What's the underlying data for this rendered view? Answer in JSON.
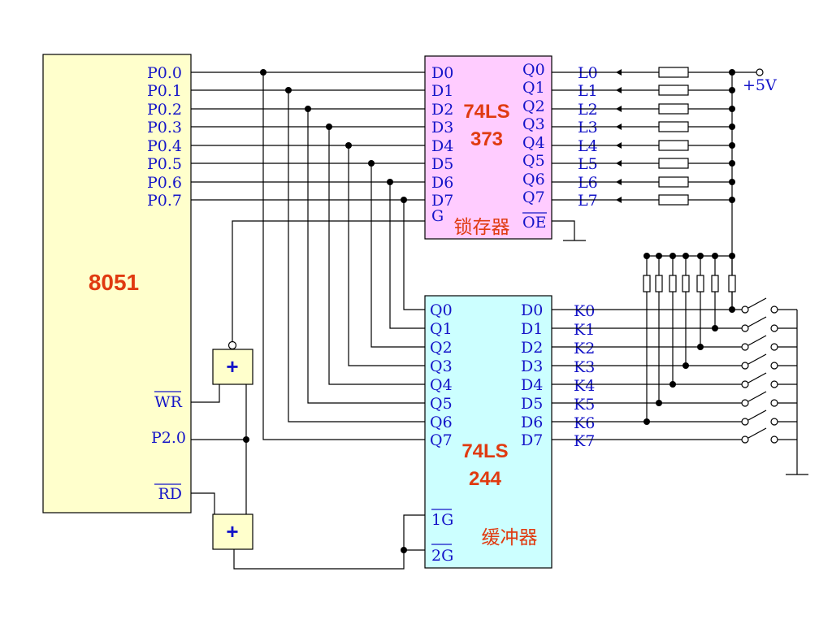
{
  "mcu": {
    "label": "8051",
    "ports": [
      "P0.0",
      "P0.1",
      "P0.2",
      "P0.3",
      "P0.4",
      "P0.5",
      "P0.6",
      "P0.7"
    ],
    "wr": "WR",
    "p20": "P2.0",
    "rd": "RD"
  },
  "latch": {
    "name_line1": "74LS",
    "name_line2": "373",
    "subtitle": "锁存器",
    "d_pins": [
      "D0",
      "D1",
      "D2",
      "D3",
      "D4",
      "D5",
      "D6",
      "D7"
    ],
    "q_pins": [
      "Q0",
      "Q1",
      "Q2",
      "Q3",
      "Q4",
      "Q5",
      "Q6",
      "Q7"
    ],
    "g": "G",
    "oe": "OE"
  },
  "buffer": {
    "name_line1": "74LS",
    "name_line2": "244",
    "subtitle": "缓冲器",
    "q_pins": [
      "Q0",
      "Q1",
      "Q2",
      "Q3",
      "Q4",
      "Q5",
      "Q6",
      "Q7"
    ],
    "d_pins": [
      "D0",
      "D1",
      "D2",
      "D3",
      "D4",
      "D5",
      "D6",
      "D7"
    ],
    "g1": "1G",
    "g2": "2G"
  },
  "leds": [
    "L0",
    "L1",
    "L2",
    "L3",
    "L4",
    "L5",
    "L6",
    "L7"
  ],
  "keys": [
    "K0",
    "K1",
    "K2",
    "K3",
    "K4",
    "K5",
    "K6",
    "K7"
  ],
  "vcc": "+5V",
  "gates": [
    "+",
    "+"
  ],
  "colors": {
    "mcu_fill": "#ffffcc",
    "latch_fill": "#ffccff",
    "buffer_fill": "#ccffff",
    "pin_text": "#1414c8",
    "title_text": "#e03a10"
  }
}
